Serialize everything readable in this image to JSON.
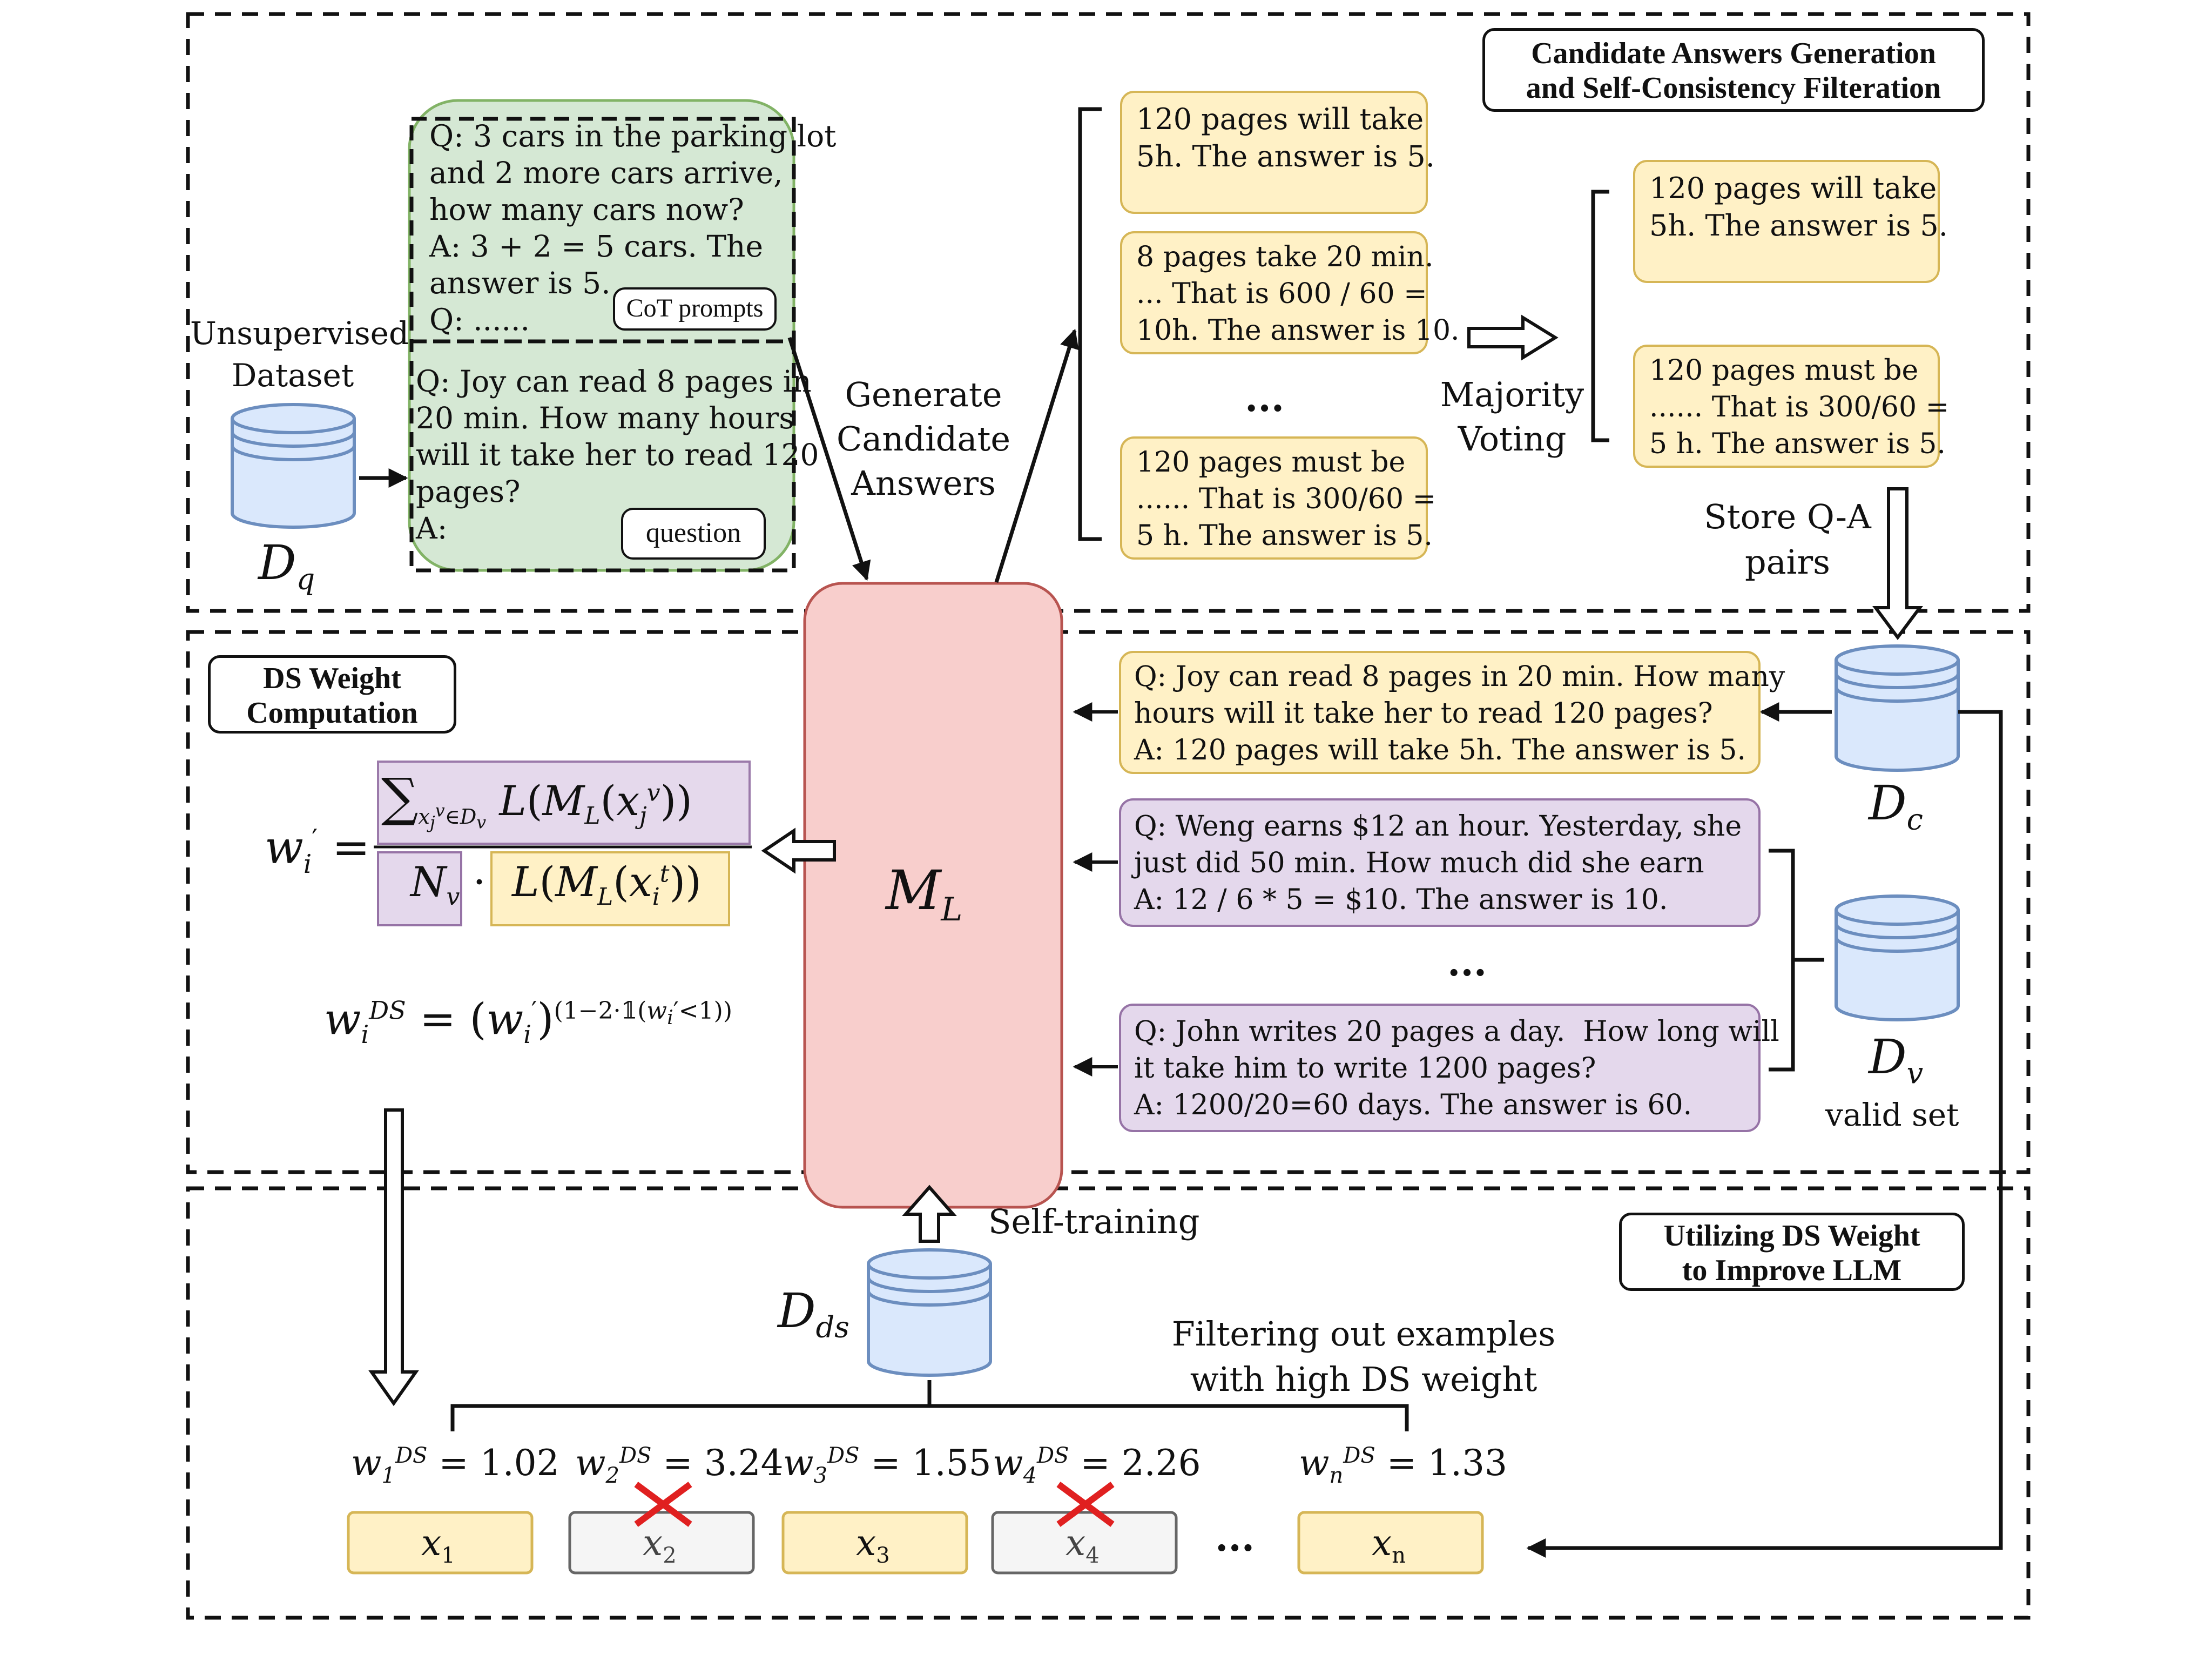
{
  "sections": {
    "top_label": "Candidate Answers Generation\nand Self-Consistency Filteration",
    "mid_label": "DS Weight\nComputation",
    "bottom_label": "Utilizing DS Weight\nto Improve LLM"
  },
  "left_input": {
    "dataset_label": "Unsupervised\nDataset",
    "dataset_symbol": "D",
    "dataset_sub": "q",
    "cot_text": "Q: 3 cars in the parking lot\nand 2 more cars arrive,\nhow many cars now?\nA: 3 + 2 = 5 cars. The\nanswer is 5.\nQ: ......",
    "cot_tag": "CoT prompts",
    "question_text": "Q: Joy can read 8 pages in\n20 min. How many hours\nwill it take her to read 120\npages?\nA:",
    "question_tag": "question"
  },
  "generate_label": "Generate\nCandidate\nAnswers",
  "candidates": [
    "120 pages will take\n5h. The answer is 5.",
    "8 pages take 20 min.\n... That is 600 / 60 =\n10h. The answer is 10.",
    "120 pages must be\n...... That is 300/60 =\n5 h. The answer is 5."
  ],
  "ellipsis": "...",
  "majority_label": "Majority\nVoting",
  "voted": [
    "120 pages will take\n5h. The answer is 5.",
    "120 pages must be\n...... That is 300/60 =\n5 h. The answer is 5."
  ],
  "store_label": "Store Q-A\npairs",
  "model_symbol": "M",
  "model_sub": "L",
  "dc_symbol": "D",
  "dc_sub": "c",
  "dv_symbol": "D",
  "dv_sub": "v",
  "valid_set_label": "valid set",
  "qa_yellow": "Q: Joy can read 8 pages in 20 min. How many\nhours will it take her to read 120 pages?\nA: 120 pages will take 5h. The answer is 5.",
  "qa_valid": [
    "Q: Weng earns $12 an hour. Yesterday, she\njust did 50 min. How much did she earn\nA: 12 / 6 * 5 = $10. The answer is 10.",
    "Q: John writes 20 pages a day.  How long will\nit take him to write 1200 pages?\nA: 1200/20=60 days. The answer is 60."
  ],
  "self_training_label": "Self-training",
  "dds_symbol": "D",
  "dds_sub": "ds",
  "filter_label": "Filtering out examples\nwith high DS weight",
  "weights": [
    {
      "sub": "1",
      "value": "1.02",
      "x_sub": "1",
      "filtered": false
    },
    {
      "sub": "2",
      "value": "3.24",
      "x_sub": "2",
      "filtered": true
    },
    {
      "sub": "3",
      "value": "1.55",
      "x_sub": "3",
      "filtered": false
    },
    {
      "sub": "4",
      "value": "2.26",
      "x_sub": "4",
      "filtered": true
    },
    {
      "sub": "n",
      "value": "1.33",
      "x_sub": "n",
      "filtered": false
    }
  ],
  "colors": {
    "green_fill": "#d5e8d4",
    "green_stroke": "#82b366",
    "yellow_fill": "#fff1c6",
    "yellow_stroke": "#d6b656",
    "purple_fill": "#e4d8ec",
    "purple_stroke": "#9673a6",
    "red_fill": "#f8cecc",
    "red_stroke": "#b85450",
    "db_fill": "#dae8fc",
    "db_stroke": "#6c8ebf",
    "cross": "#e02020"
  }
}
